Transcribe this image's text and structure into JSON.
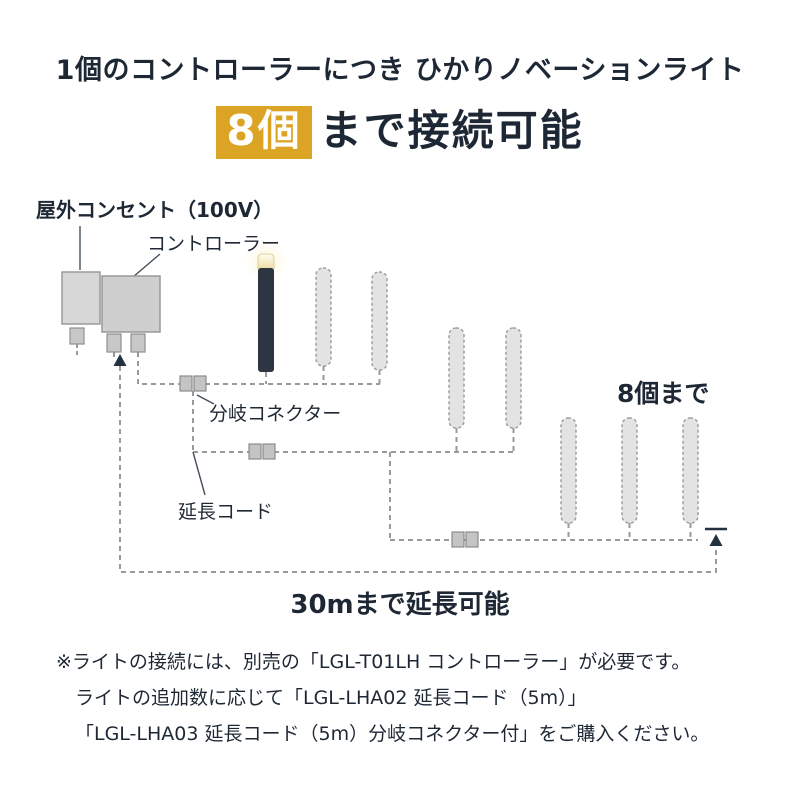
{
  "colors": {
    "text": "#1e2835",
    "highlight_bg": "#dca425",
    "highlight_text": "#ffffff",
    "cable_gray": "#9a9a9a",
    "box_fill": "#d7d7d7",
    "light_body": "#2d3542"
  },
  "header": {
    "line1": "1個のコントローラーにつき ひかりノベーションライト",
    "count_highlight": "8個",
    "line2_rest": "まで接続可能"
  },
  "diagram": {
    "outlet_label": "屋外コンセント（100V）",
    "controller_label": "コントローラー",
    "branch_connector_label": "分岐コネクター",
    "extension_cord_label": "延長コード",
    "max_count_label": "8個まで",
    "extension_length_label": "30mまで延長可能",
    "light_count_total": "8",
    "dashed_light_count": "7"
  },
  "footnote": {
    "line1": "※ライトの接続には、別売の「LGL-T01LH コントローラー」が必要です。",
    "line2": "ライトの追加数に応じて「LGL-LHA02 延長コード（5m）」",
    "line3": "「LGL-LHA03 延長コード（5m）分岐コネクター付」をご購入ください。"
  }
}
